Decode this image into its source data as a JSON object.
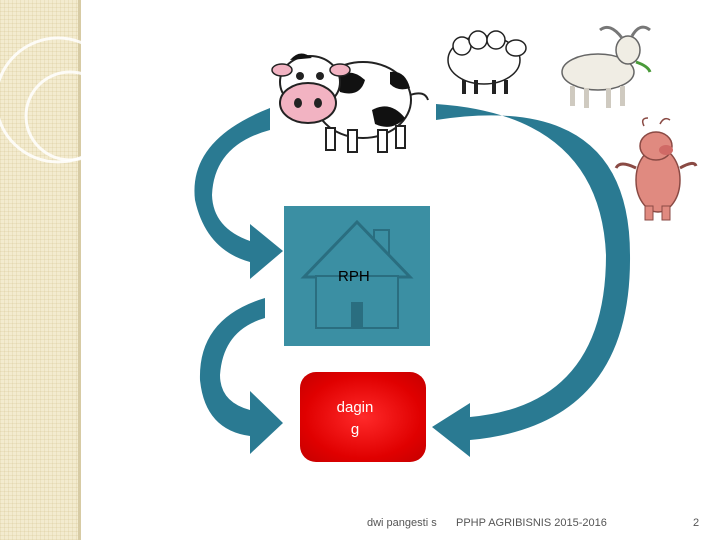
{
  "diagram": {
    "rph_label": "RPH",
    "daging_label": "dagin\ng"
  },
  "footer": {
    "author": "dwi pangesti s",
    "course": "PPHP AGRIBISNIS 2015-2016",
    "page_number": "2"
  },
  "colors": {
    "arrow": "#2a7a92",
    "rph_box": "#3b8fa3",
    "daging": "#e00000",
    "sidebar": "#f3ebcf"
  }
}
